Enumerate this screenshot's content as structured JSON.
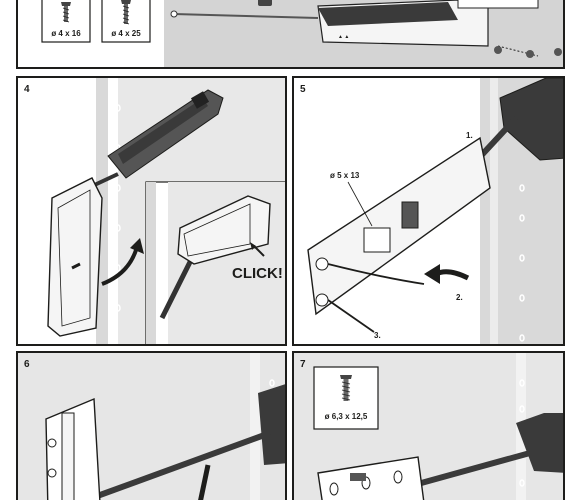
{
  "screws_top": [
    {
      "label": "ø 4 x 16",
      "icon": "screw-icon"
    },
    {
      "label": "ø 4 x 25",
      "icon": "screw-icon"
    }
  ],
  "steps": [
    {
      "number": "4",
      "callout": "CLICK!"
    },
    {
      "number": "5",
      "screw_label": "ø 5 x 13",
      "markers": [
        "1.",
        "2.",
        "3."
      ]
    },
    {
      "number": "6"
    },
    {
      "number": "7",
      "screw_label": "ø 6,3 x 12,5"
    }
  ],
  "colors": {
    "wall": "#d4d4d4",
    "dark": "#3a3a3a",
    "line": "#1d1d1b",
    "tray": "#ececec"
  }
}
